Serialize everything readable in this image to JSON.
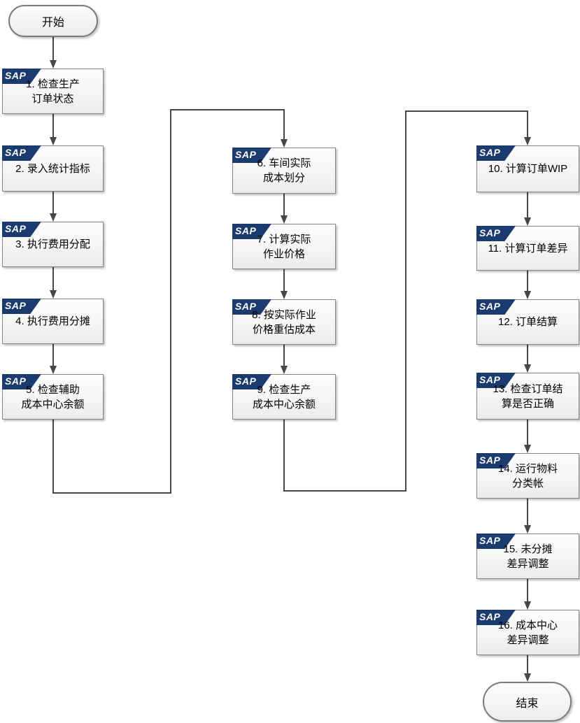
{
  "flowchart": {
    "start_label": "开始",
    "end_label": "结束",
    "badge_text": "SAP",
    "steps": [
      {
        "id": "1",
        "lines": [
          "1. 检查生产",
          "订单状态"
        ]
      },
      {
        "id": "2",
        "lines": [
          "2. 录入统计指标"
        ]
      },
      {
        "id": "3",
        "lines": [
          "3. 执行费用分配"
        ]
      },
      {
        "id": "4",
        "lines": [
          "4. 执行费用分摊"
        ]
      },
      {
        "id": "5",
        "lines": [
          "5. 检查辅助",
          "成本中心余额"
        ]
      },
      {
        "id": "6",
        "lines": [
          "6. 车间实际",
          "成本划分"
        ]
      },
      {
        "id": "7",
        "lines": [
          "7. 计算实际",
          "作业价格"
        ]
      },
      {
        "id": "8",
        "lines": [
          "8. 按实际作业",
          "价格重估成本"
        ]
      },
      {
        "id": "9",
        "lines": [
          "9. 检查生产",
          "成本中心余额"
        ]
      },
      {
        "id": "10",
        "lines": [
          "10. 计算订单WIP"
        ]
      },
      {
        "id": "11",
        "lines": [
          "11. 计算订单差异"
        ]
      },
      {
        "id": "12",
        "lines": [
          "12. 订单结算"
        ]
      },
      {
        "id": "13",
        "lines": [
          "13. 检查订单结",
          "算是否正确"
        ]
      },
      {
        "id": "14",
        "lines": [
          "14. 运行物料",
          "分类帐"
        ]
      },
      {
        "id": "15",
        "lines": [
          "15. 未分摊",
          "差异调整"
        ]
      },
      {
        "id": "16",
        "lines": [
          "16. 成本中心",
          "差异调整"
        ]
      }
    ]
  },
  "colors": {
    "sap_badge_bg": "#1b3a6e",
    "box_border": "#858585",
    "arrow": "#474747"
  }
}
